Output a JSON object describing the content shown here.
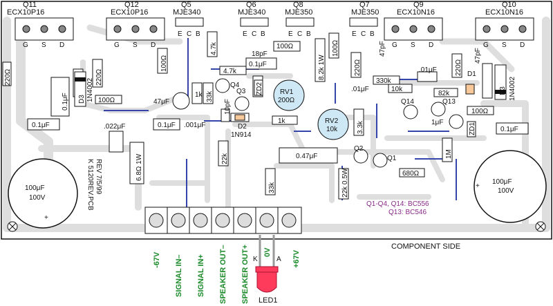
{
  "transistors_top": [
    {
      "ref": "Q11",
      "part": "ECX10P16"
    },
    {
      "ref": "Q12",
      "part": "ECX10P16"
    },
    {
      "ref": "Q5",
      "part": "MJE340"
    },
    {
      "ref": "Q6",
      "part": "MJE340"
    },
    {
      "ref": "Q8",
      "part": "MJE350"
    },
    {
      "ref": "Q7",
      "part": "MJE350"
    },
    {
      "ref": "Q9",
      "part": "ECX10N16"
    },
    {
      "ref": "Q10",
      "part": "ECX10N16"
    }
  ],
  "pins_gsd": [
    "G",
    "S",
    "D"
  ],
  "pins_ecb": [
    "E",
    "C",
    "B"
  ],
  "components": {
    "r_220_a": "220Ω",
    "r_220_b": "220Ω",
    "r_220_c": "220Ω",
    "r_220_d": "220Ω",
    "r_100_a": "100Ω",
    "r_100_b": "100Ω",
    "r_100_c": "100Ω",
    "r_100_d": "100Ω",
    "r_100_e": "100Ω",
    "r_4k7_a": "4.7k",
    "r_4k7_b": "4.7k",
    "r_1k_a": "1k",
    "r_1k_b": "1k",
    "r_33k_a": "33k",
    "r_33k_b": "33k",
    "r_8k2": "8.2k 1W",
    "r_330k": "330k",
    "r_10k": "10k",
    "r_82k": "82k",
    "r_3k3": "3.3k",
    "r_22k_a": "22k",
    "r_22k_b": "22k 0.5W",
    "r_680": "680Ω",
    "r_1M": "1M",
    "r_6k8": "6.8Ω 1W",
    "c_01_a": "0.1μF",
    "c_01_b": "0.1μF",
    "c_01_c": "0.1μF",
    "c_01_d": "0.1μF",
    "c_01_e": "0.1μF",
    "c_01_f": ".01μF",
    "c_01_g": ".01μF",
    "c_022": ".022μF",
    "c_001": ".001μF",
    "c_047": "0.47μF",
    "c_47u": "47μF",
    "c_1u": "1μF",
    "c_18p": "18pF",
    "c_10p": "10pF",
    "c_47p_a": "47pF",
    "c_47p_b": "47pF",
    "c_100u_a": "100μF",
    "c_100u_a_v": "100V",
    "c_100u_b": "100μF",
    "c_100u_b_v": "100V",
    "d1": "D1",
    "d2": "D2",
    "d2_part": "1N914",
    "d3_a": "D3",
    "d3_a_part": "1N4002",
    "d3_b": "D3",
    "d3_b_part": "1N4002",
    "zd1": "ZD1",
    "zd2": "ZD2",
    "q1": "Q1",
    "q2": "Q2",
    "q3": "Q3",
    "q4": "Q4",
    "q13": "Q13",
    "q14": "Q14",
    "rv1": "RV1",
    "rv1_val": "200Ω",
    "rv2": "RV2",
    "rv2_val": "10k",
    "rev": "REV 7/5/99",
    "pcb": "K 5120REV.PCB"
  },
  "terminals": [
    "-67V",
    "SIGNAL IN–",
    "SIGNAL IN+",
    "SPEAKER OUT–",
    "SPEAKER OUT+",
    "0V",
    "+67V"
  ],
  "led": {
    "label": "LED1",
    "k": "K",
    "a": "A",
    "color": "#ff3b5c"
  },
  "notes": {
    "line1": "Q1-Q4, Q14: BC556",
    "line2": "Q13: BC546"
  },
  "component_side": "COMPONENT SIDE",
  "colors": {
    "track": "#dddddd",
    "trace_blue": "#3344aa",
    "pot": "#cfe8f5",
    "terminal_text": "#1a8a2a",
    "note_text": "#8a2a8a"
  }
}
